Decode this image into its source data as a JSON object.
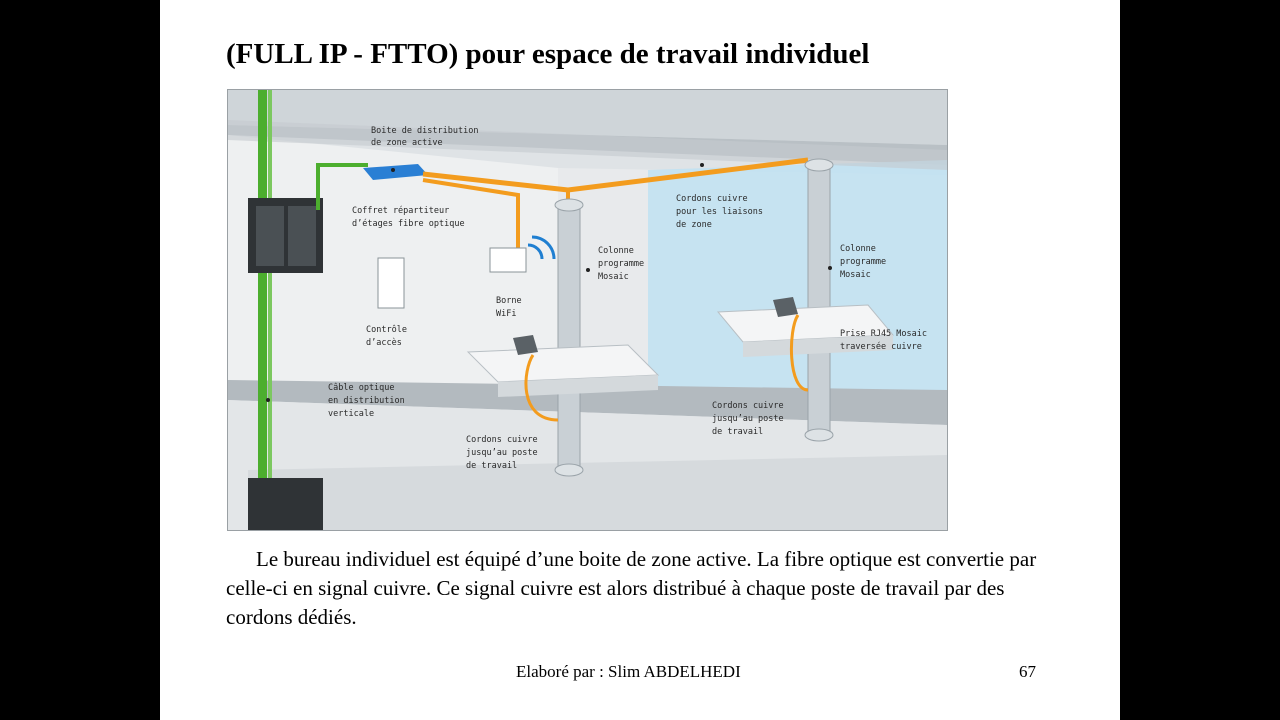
{
  "slide": {
    "title": "(FULL IP - FTTO) pour espace de travail individuel",
    "paragraph": "Le bureau individuel est équipé d’une boite de zone active. La fibre optique est convertie par celle-ci en signal cuivre. Ce signal cuivre est alors distribué à chaque poste de travail par des cordons dédiés.",
    "footer_author": "Elaboré par : Slim ABDELHEDI",
    "page_number": "67"
  },
  "figure": {
    "labels": {
      "boite_1": "Boite de distribution",
      "boite_2": "de zone active",
      "coffret_1": "Coffret répartiteur",
      "coffret_2": "d’étages fibre optique",
      "controle_1": "Contrôle",
      "controle_2": "d’accès",
      "borne_1": "Borne",
      "borne_2": "WiFi",
      "cordons_zone_1": "Cordons cuivre",
      "cordons_zone_2": "pour les liaisons",
      "cordons_zone_3": "de zone",
      "colonne_a_1": "Colonne",
      "colonne_a_2": "programme",
      "colonne_a_3": "Mosaic",
      "colonne_b_1": "Colonne",
      "colonne_b_2": "programme",
      "colonne_b_3": "Mosaic",
      "prise_1": "Prise RJ45 Mosaic",
      "prise_2": "traversée cuivre",
      "cable_1": "Câble optique",
      "cable_2": "en distribution",
      "cable_3": "verticale",
      "cordons_poste_a_1": "Cordons cuivre",
      "cordons_poste_a_2": "jusqu’au poste",
      "cordons_poste_a_3": "de travail",
      "cordons_poste_b_1": "Cordons cuivre",
      "cordons_poste_b_2": "jusqu’au poste",
      "cordons_poste_b_3": "de travail"
    }
  },
  "colors": {
    "fiber": "#4cae2e",
    "copper": "#f39c1e",
    "glass": "#bfe2f2",
    "floor": "#e3e6e8"
  }
}
